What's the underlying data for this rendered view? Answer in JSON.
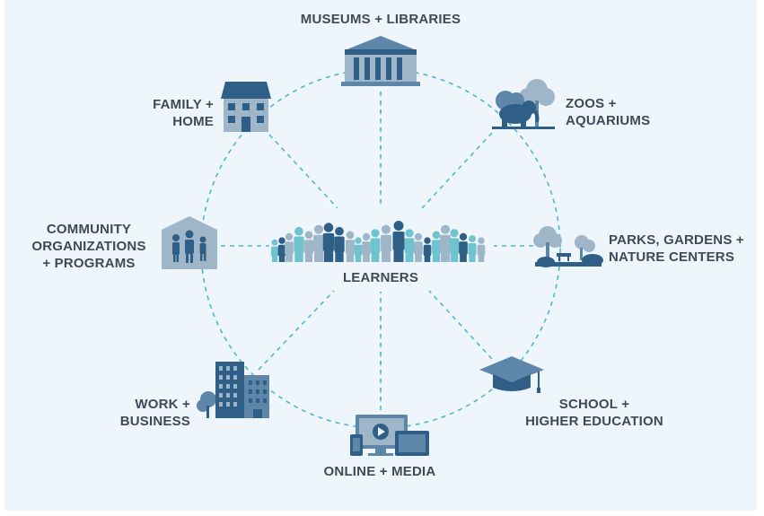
{
  "colors": {
    "background": "#eef6fb",
    "dashed_line": "#4fb6d3",
    "icon_dark": "#2f5f86",
    "icon_mid": "#5d86a8",
    "icon_light": "#9fb6c9",
    "icon_teal": "#6fc3cf",
    "label_text": "#3e4a57"
  },
  "center": {
    "label": "LEARNERS",
    "icon": "people-group-icon"
  },
  "nodes": [
    {
      "id": "museums",
      "label": "MUSEUMS + LIBRARIES",
      "icon": "museum-building-icon"
    },
    {
      "id": "zoos",
      "label": "ZOOS +\nAQUARIUMS",
      "icon": "elephant-trees-icon"
    },
    {
      "id": "parks",
      "label": "PARKS, GARDENS +\nNATURE CENTERS",
      "icon": "park-bench-trees-icon"
    },
    {
      "id": "school",
      "label": "SCHOOL +\nHIGHER EDUCATION",
      "icon": "graduation-cap-icon"
    },
    {
      "id": "online",
      "label": "ONLINE + MEDIA",
      "icon": "devices-icon"
    },
    {
      "id": "work",
      "label": "WORK +\nBUSINESS",
      "icon": "office-buildings-icon"
    },
    {
      "id": "community",
      "label": "COMMUNITY\nORGANIZATIONS\n+ PROGRAMS",
      "icon": "community-house-icon"
    },
    {
      "id": "family",
      "label": "FAMILY +\nHOME",
      "icon": "house-icon"
    }
  ]
}
